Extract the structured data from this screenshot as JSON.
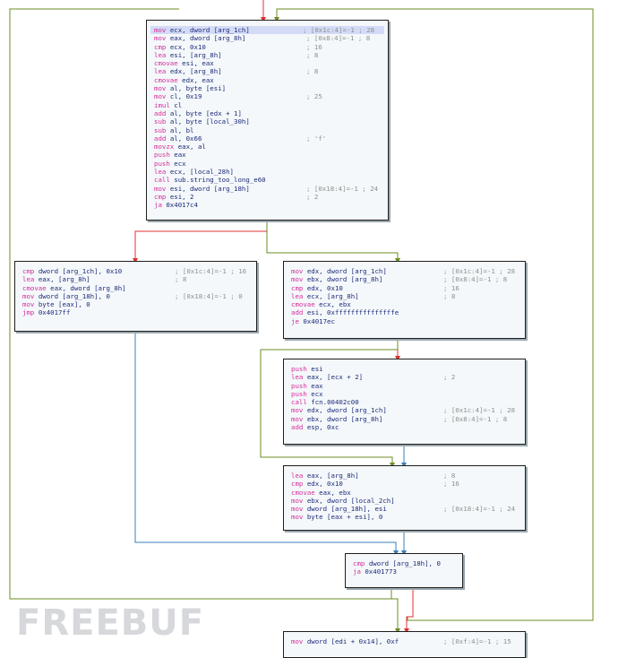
{
  "colors": {
    "edge_true": "#6b8e23",
    "edge_false": "#e03030",
    "edge_jmp": "#3a7fb8",
    "mnemonic": "#d62d9a",
    "operand": "#1d2a7a",
    "comment": "#8f8f8f",
    "selected_line_bg": "#d3dbf7"
  },
  "blocks": [
    {
      "name": "block-0x4017a0",
      "lines": [
        {
          "m": "mov",
          "o": "ecx, dword [arg_1ch]",
          "c": "; [0x1c:4]=-1 ; 28",
          "sel": true
        },
        {
          "m": "mov",
          "o": "eax, dword [arg_8h]",
          "c": "; [0x8:4]=-1 ; 8"
        },
        {
          "m": "cmp",
          "o": "ecx, 0x10",
          "c": "; 16"
        },
        {
          "m": "lea",
          "o": "esi, [arg_8h]",
          "c": "; 8"
        },
        {
          "m": "cmovae",
          "o": "esi, eax",
          "c": ""
        },
        {
          "m": "lea",
          "o": "edx, [arg_8h]",
          "c": "; 8"
        },
        {
          "m": "cmovae",
          "o": "edx, eax",
          "c": ""
        },
        {
          "m": "mov",
          "o": "al, byte [esi]",
          "c": ""
        },
        {
          "m": "mov",
          "o": "cl, 0x19",
          "c": "; 25"
        },
        {
          "m": "imul",
          "o": "cl",
          "c": ""
        },
        {
          "m": "add",
          "o": "al, byte [edx + 1]",
          "c": ""
        },
        {
          "m": "sub",
          "o": "al, byte [local_30h]",
          "c": ""
        },
        {
          "m": "sub",
          "o": "al, bl",
          "c": ""
        },
        {
          "m": "add",
          "o": "al, 0x66",
          "c": "; 'f'"
        },
        {
          "m": "movzx",
          "o": "eax, al",
          "c": ""
        },
        {
          "m": "push",
          "o": "eax",
          "c": ""
        },
        {
          "m": "push",
          "o": "ecx",
          "c": ""
        },
        {
          "m": "lea",
          "o": "ecx, [local_28h]",
          "c": ""
        },
        {
          "m": "call",
          "o": "sub.string_too_long_e60",
          "c": ""
        },
        {
          "m": "mov",
          "o": "esi, dword [arg_18h]",
          "c": "; [0x18:4]=-1 ; 24"
        },
        {
          "m": "cmp",
          "o": "esi, 2",
          "c": "; 2"
        },
        {
          "m": "ja",
          "o": "0x4017c4",
          "c": ""
        }
      ]
    },
    {
      "name": "block-left-fallthrough",
      "lines": [
        {
          "m": "cmp",
          "o": "dword [arg_1ch], 0x10",
          "c": "; [0x1c:4]=-1 ; 16"
        },
        {
          "m": "lea",
          "o": "eax, [arg_8h]",
          "c": "; 8"
        },
        {
          "m": "cmovae",
          "o": "eax, dword [arg_8h]",
          "c": ""
        },
        {
          "m": "mov",
          "o": "dword [arg_18h], 0",
          "c": "; [0x18:4]=-1 ; 0"
        },
        {
          "m": "mov",
          "o": "byte [eax], 0",
          "c": ""
        },
        {
          "m": "jmp",
          "o": "0x4017ff",
          "c": ""
        }
      ]
    },
    {
      "name": "block-0x4017c4",
      "lines": [
        {
          "m": "mov",
          "o": "edx, dword [arg_1ch]",
          "c": "; [0x1c:4]=-1 ; 28"
        },
        {
          "m": "mov",
          "o": "ebx, dword [arg_8h]",
          "c": "; [0x8:4]=-1 ; 8"
        },
        {
          "m": "cmp",
          "o": "edx, 0x10",
          "c": "; 16"
        },
        {
          "m": "lea",
          "o": "ecx, [arg_8h]",
          "c": "; 8"
        },
        {
          "m": "cmovae",
          "o": "ecx, ebx",
          "c": ""
        },
        {
          "m": "add",
          "o": "esi, 0xfffffffffffffffe",
          "c": ""
        },
        {
          "m": "je",
          "o": "0x4017ec",
          "c": ""
        }
      ]
    },
    {
      "name": "block-call-fcn",
      "lines": [
        {
          "m": "push",
          "o": "esi",
          "c": ""
        },
        {
          "m": "lea",
          "o": "eax, [ecx + 2]",
          "c": "; 2"
        },
        {
          "m": "push",
          "o": "eax",
          "c": ""
        },
        {
          "m": "push",
          "o": "ecx",
          "c": ""
        },
        {
          "m": "call",
          "o": "fcn.00402c00",
          "c": ""
        },
        {
          "m": "mov",
          "o": "edx, dword [arg_1ch]",
          "c": "; [0x1c:4]=-1 ; 28"
        },
        {
          "m": "mov",
          "o": "ebx, dword [arg_8h]",
          "c": "; [0x8:4]=-1 ; 8"
        },
        {
          "m": "add",
          "o": "esp, 0xc",
          "c": ""
        }
      ]
    },
    {
      "name": "block-0x4017ec",
      "lines": [
        {
          "m": "lea",
          "o": "eax, [arg_8h]",
          "c": "; 8"
        },
        {
          "m": "cmp",
          "o": "edx, 0x10",
          "c": "; 16"
        },
        {
          "m": "cmovae",
          "o": "eax, ebx",
          "c": ""
        },
        {
          "m": "mov",
          "o": "ebx, dword [local_2ch]",
          "c": ""
        },
        {
          "m": "mov",
          "o": "dword [arg_18h], esi",
          "c": "; [0x18:4]=-1 ; 24"
        },
        {
          "m": "mov",
          "o": "byte [eax + esi], 0",
          "c": ""
        }
      ]
    },
    {
      "name": "block-0x4017ff",
      "lines": [
        {
          "m": "cmp",
          "o": "dword [arg_18h], 0",
          "c": ""
        },
        {
          "m": "ja",
          "o": "0x401773",
          "c": ""
        }
      ]
    },
    {
      "name": "block-bottom",
      "lines": [
        {
          "m": "mov",
          "o": "dword [edi + 0x14], 0xf",
          "c": "; [0xf:4]=-1 ; 15"
        }
      ]
    }
  ],
  "watermark": "FREEBUF"
}
